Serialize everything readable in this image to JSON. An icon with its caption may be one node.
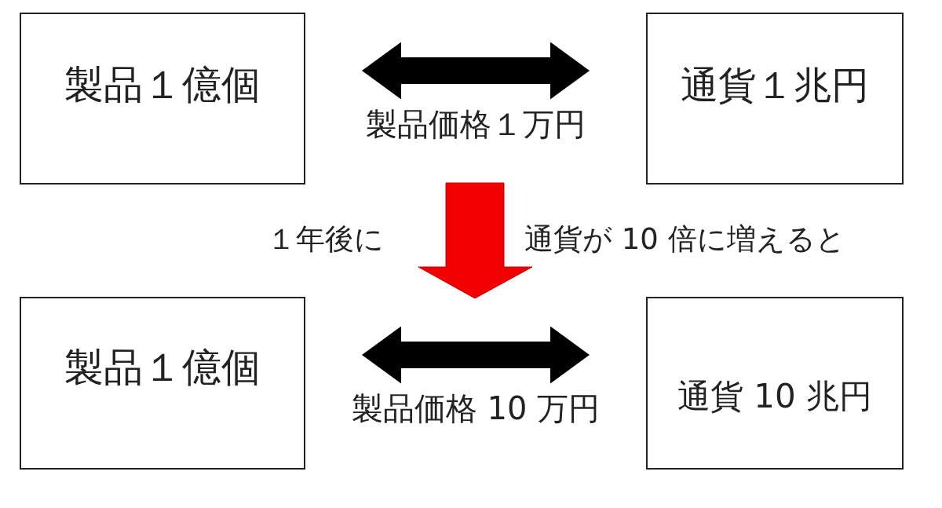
{
  "diagram": {
    "nodes": [
      {
        "text": [
          "製品１億個"
        ]
      },
      {
        "text": [
          "通貨１兆円"
        ]
      },
      {
        "text": [
          "製品１億個"
        ]
      },
      {
        "text": [
          "通貨 10 兆円"
        ]
      }
    ],
    "edges": [
      {
        "from": 0,
        "to": 1,
        "arrow": "both",
        "label": "製品価格１万円"
      },
      {
        "from": 2,
        "to": 3,
        "arrow": "both",
        "label": "製品価格 10 万円"
      }
    ],
    "labels": [
      "１年後に",
      "通貨が 10 倍に増えると"
    ]
  }
}
